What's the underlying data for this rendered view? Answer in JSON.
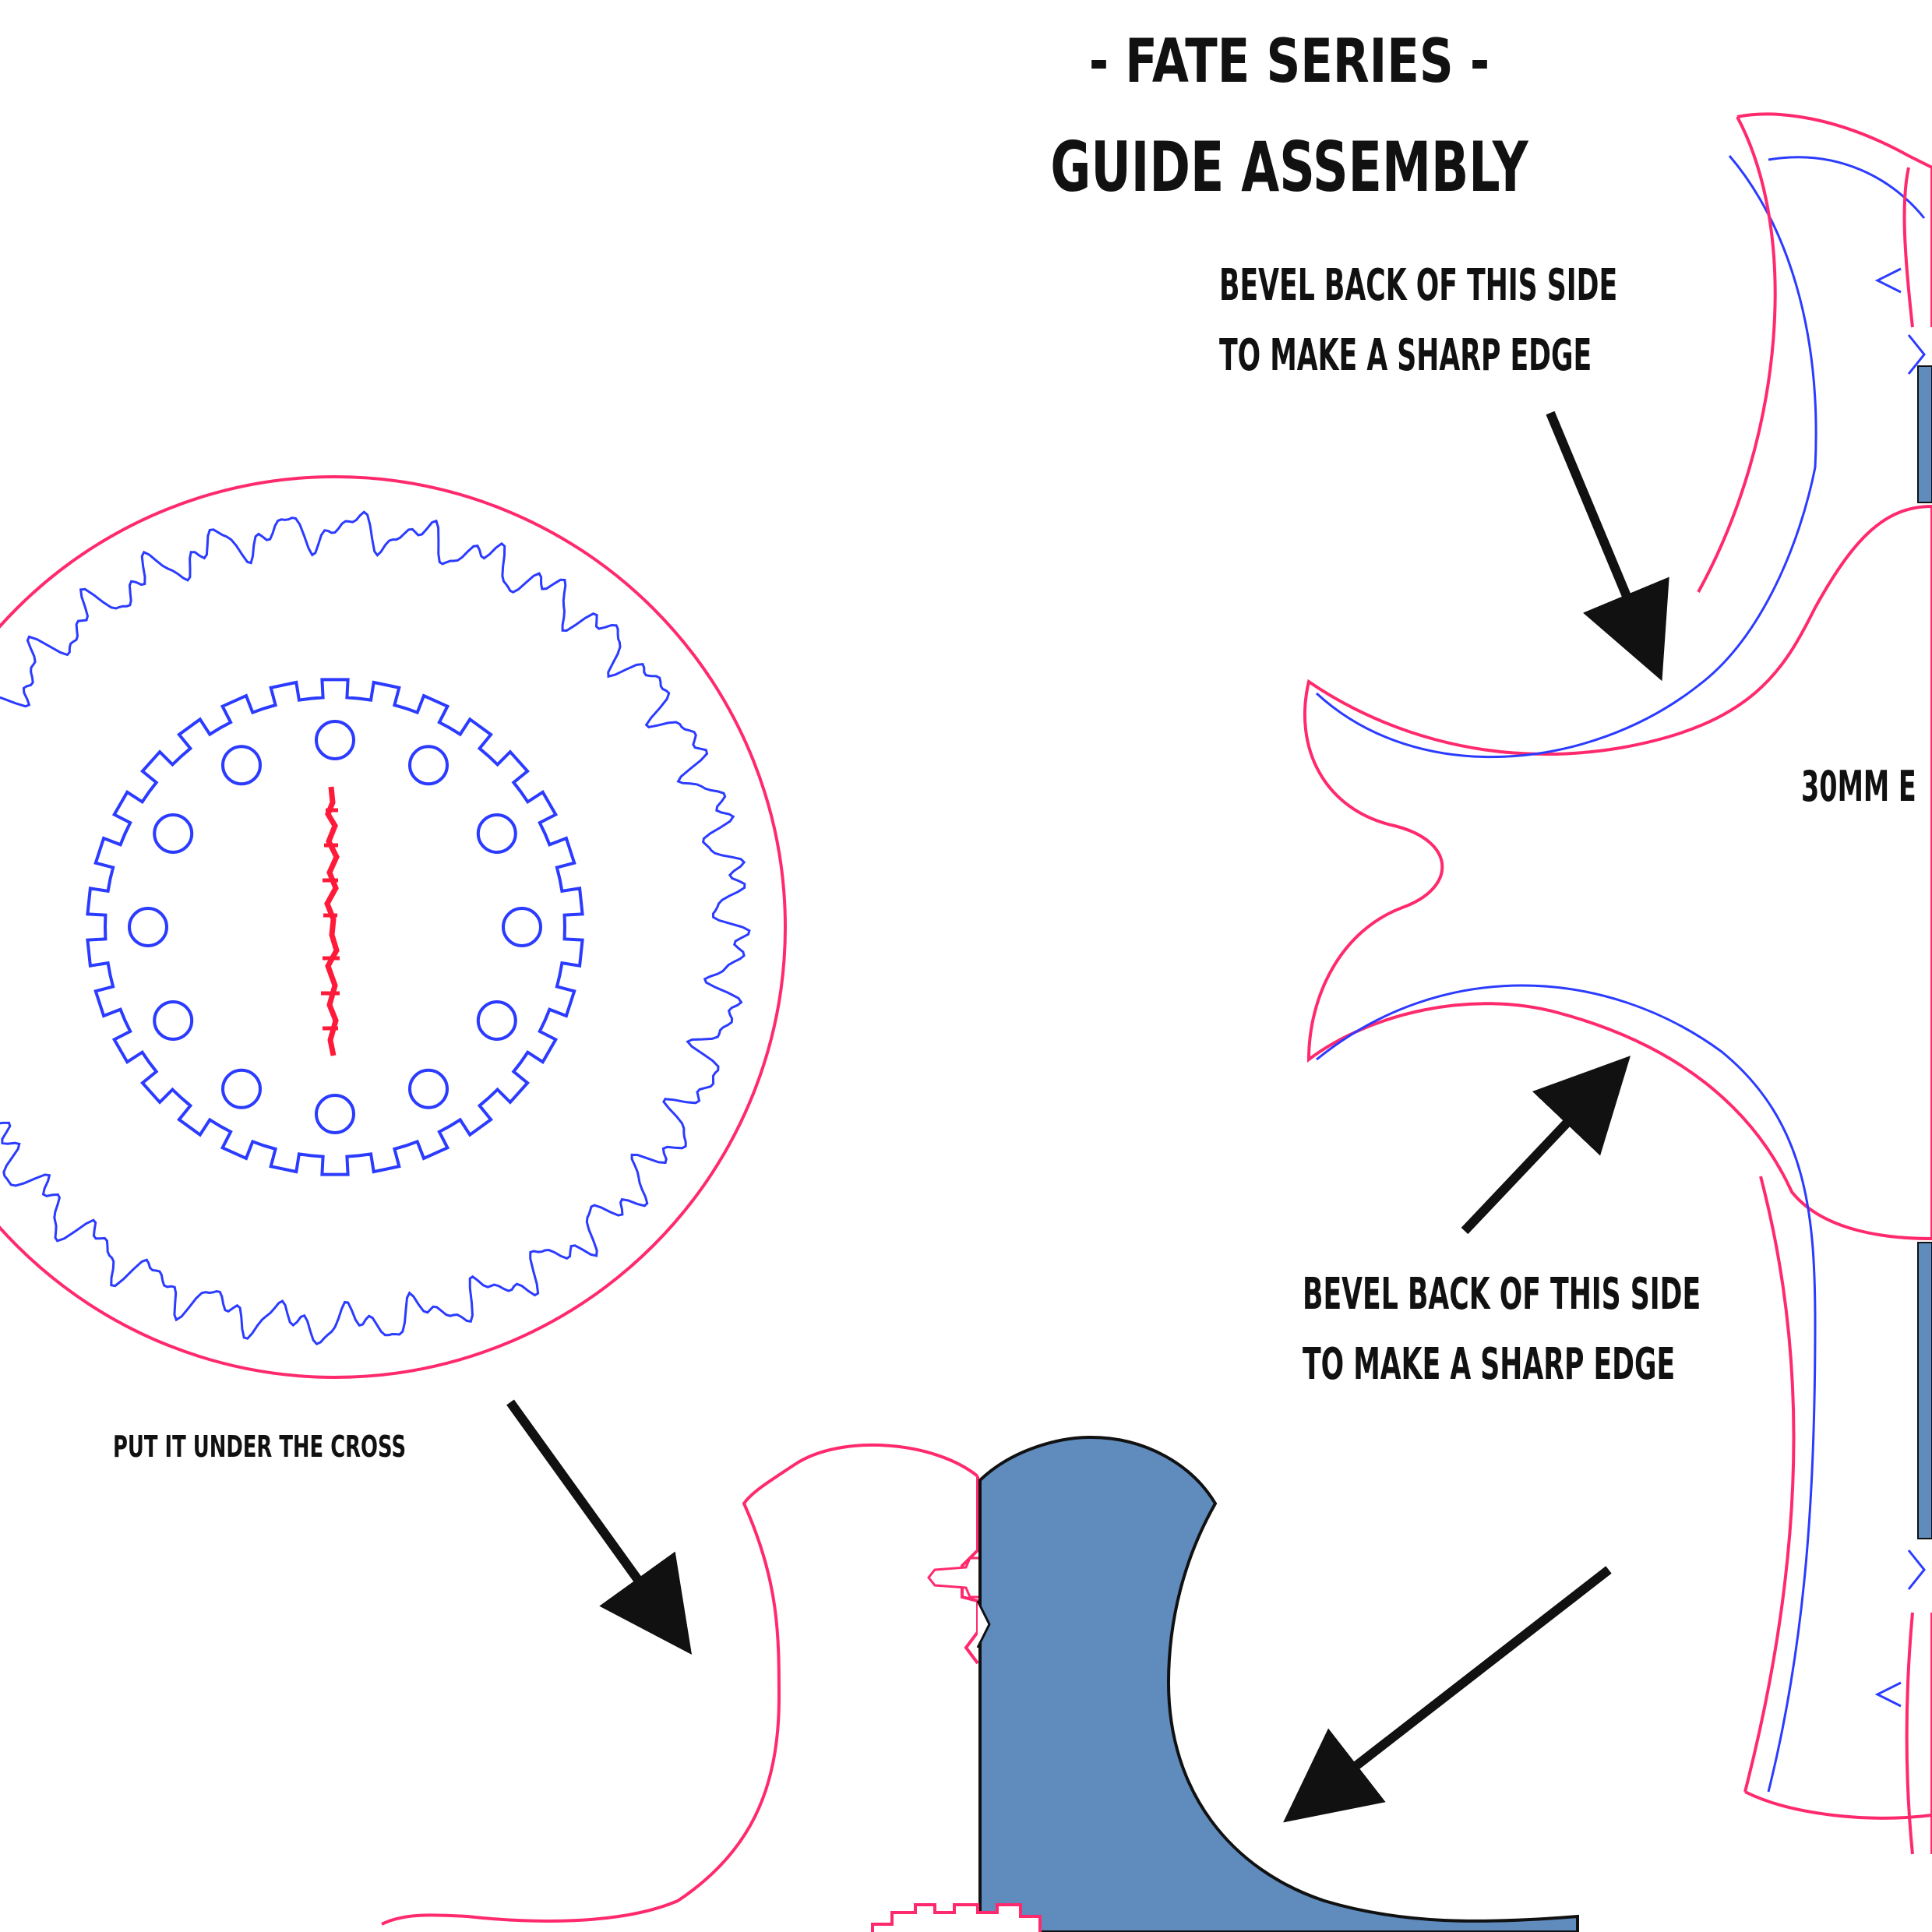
{
  "title": {
    "line1": "- FATE SERIES -",
    "line2": "GUIDE ASSEMBLY"
  },
  "annotations": {
    "bevel_top_line1": "BEVEL BACK OF THIS SIDE",
    "bevel_top_line2": "TO MAKE A SHARP EDGE",
    "bevel_bottom_line1": "BEVEL BACK OF THIS SIDE",
    "bevel_bottom_line2": "TO MAKE A SHARP EDGE",
    "put_under": "PUT IT UNDER THE CROSS",
    "partial_label": "30MM E"
  },
  "colors": {
    "cut_line": "#ff2a6d",
    "engrave_line": "#2b3bff",
    "steel_fill": "#5f8bbd",
    "arrow": "#111111"
  }
}
